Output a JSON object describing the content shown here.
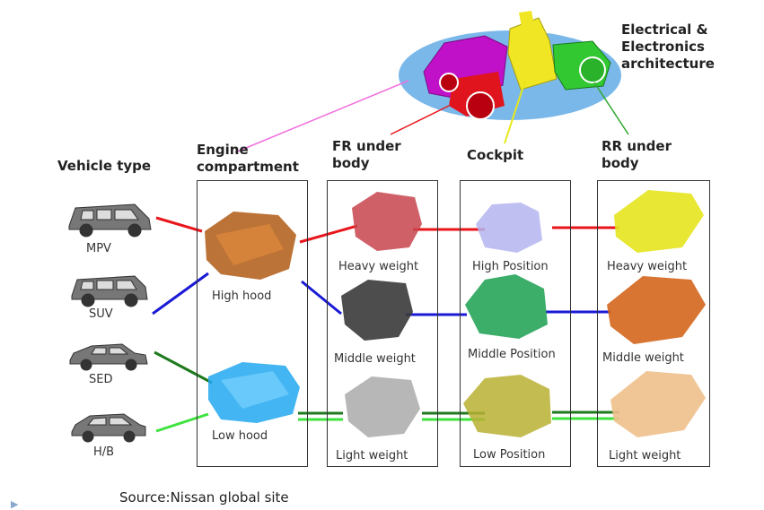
{
  "top": {
    "label": "Electrical &\nElectronics\narchitecture"
  },
  "headers": {
    "vehicle_type": "Vehicle type",
    "engine": "Engine\ncompartment",
    "fr": "FR under\nbody",
    "cockpit": "Cockpit",
    "rr": "RR under\nbody"
  },
  "vehicles": [
    {
      "label": "MPV",
      "icon": "mpv-car-icon"
    },
    {
      "label": "SUV",
      "icon": "suv-car-icon"
    },
    {
      "label": "SED",
      "icon": "sedan-car-icon"
    },
    {
      "label": "H/B",
      "icon": "hatchback-car-icon"
    }
  ],
  "engine_labels": [
    "High hood",
    "Low hood"
  ],
  "fr_labels": [
    "Heavy weight",
    "Middle weight",
    "Light weight"
  ],
  "cockpit_labels": [
    "High Position",
    "Middle Position",
    "Low Position"
  ],
  "rr_labels": [
    "Heavy weight",
    "Middle weight",
    "Light weight"
  ],
  "source": "Source:Nissan global site",
  "colors": {
    "red": "#e8151b",
    "blue": "#1a1ad6",
    "dark_green": "#1f7a1f",
    "light_green": "#3ee23e",
    "pink": "#f070e0",
    "yellow": "#e8e81a",
    "green_line": "#2fa82f",
    "ellipse": "#7ab8ea"
  }
}
